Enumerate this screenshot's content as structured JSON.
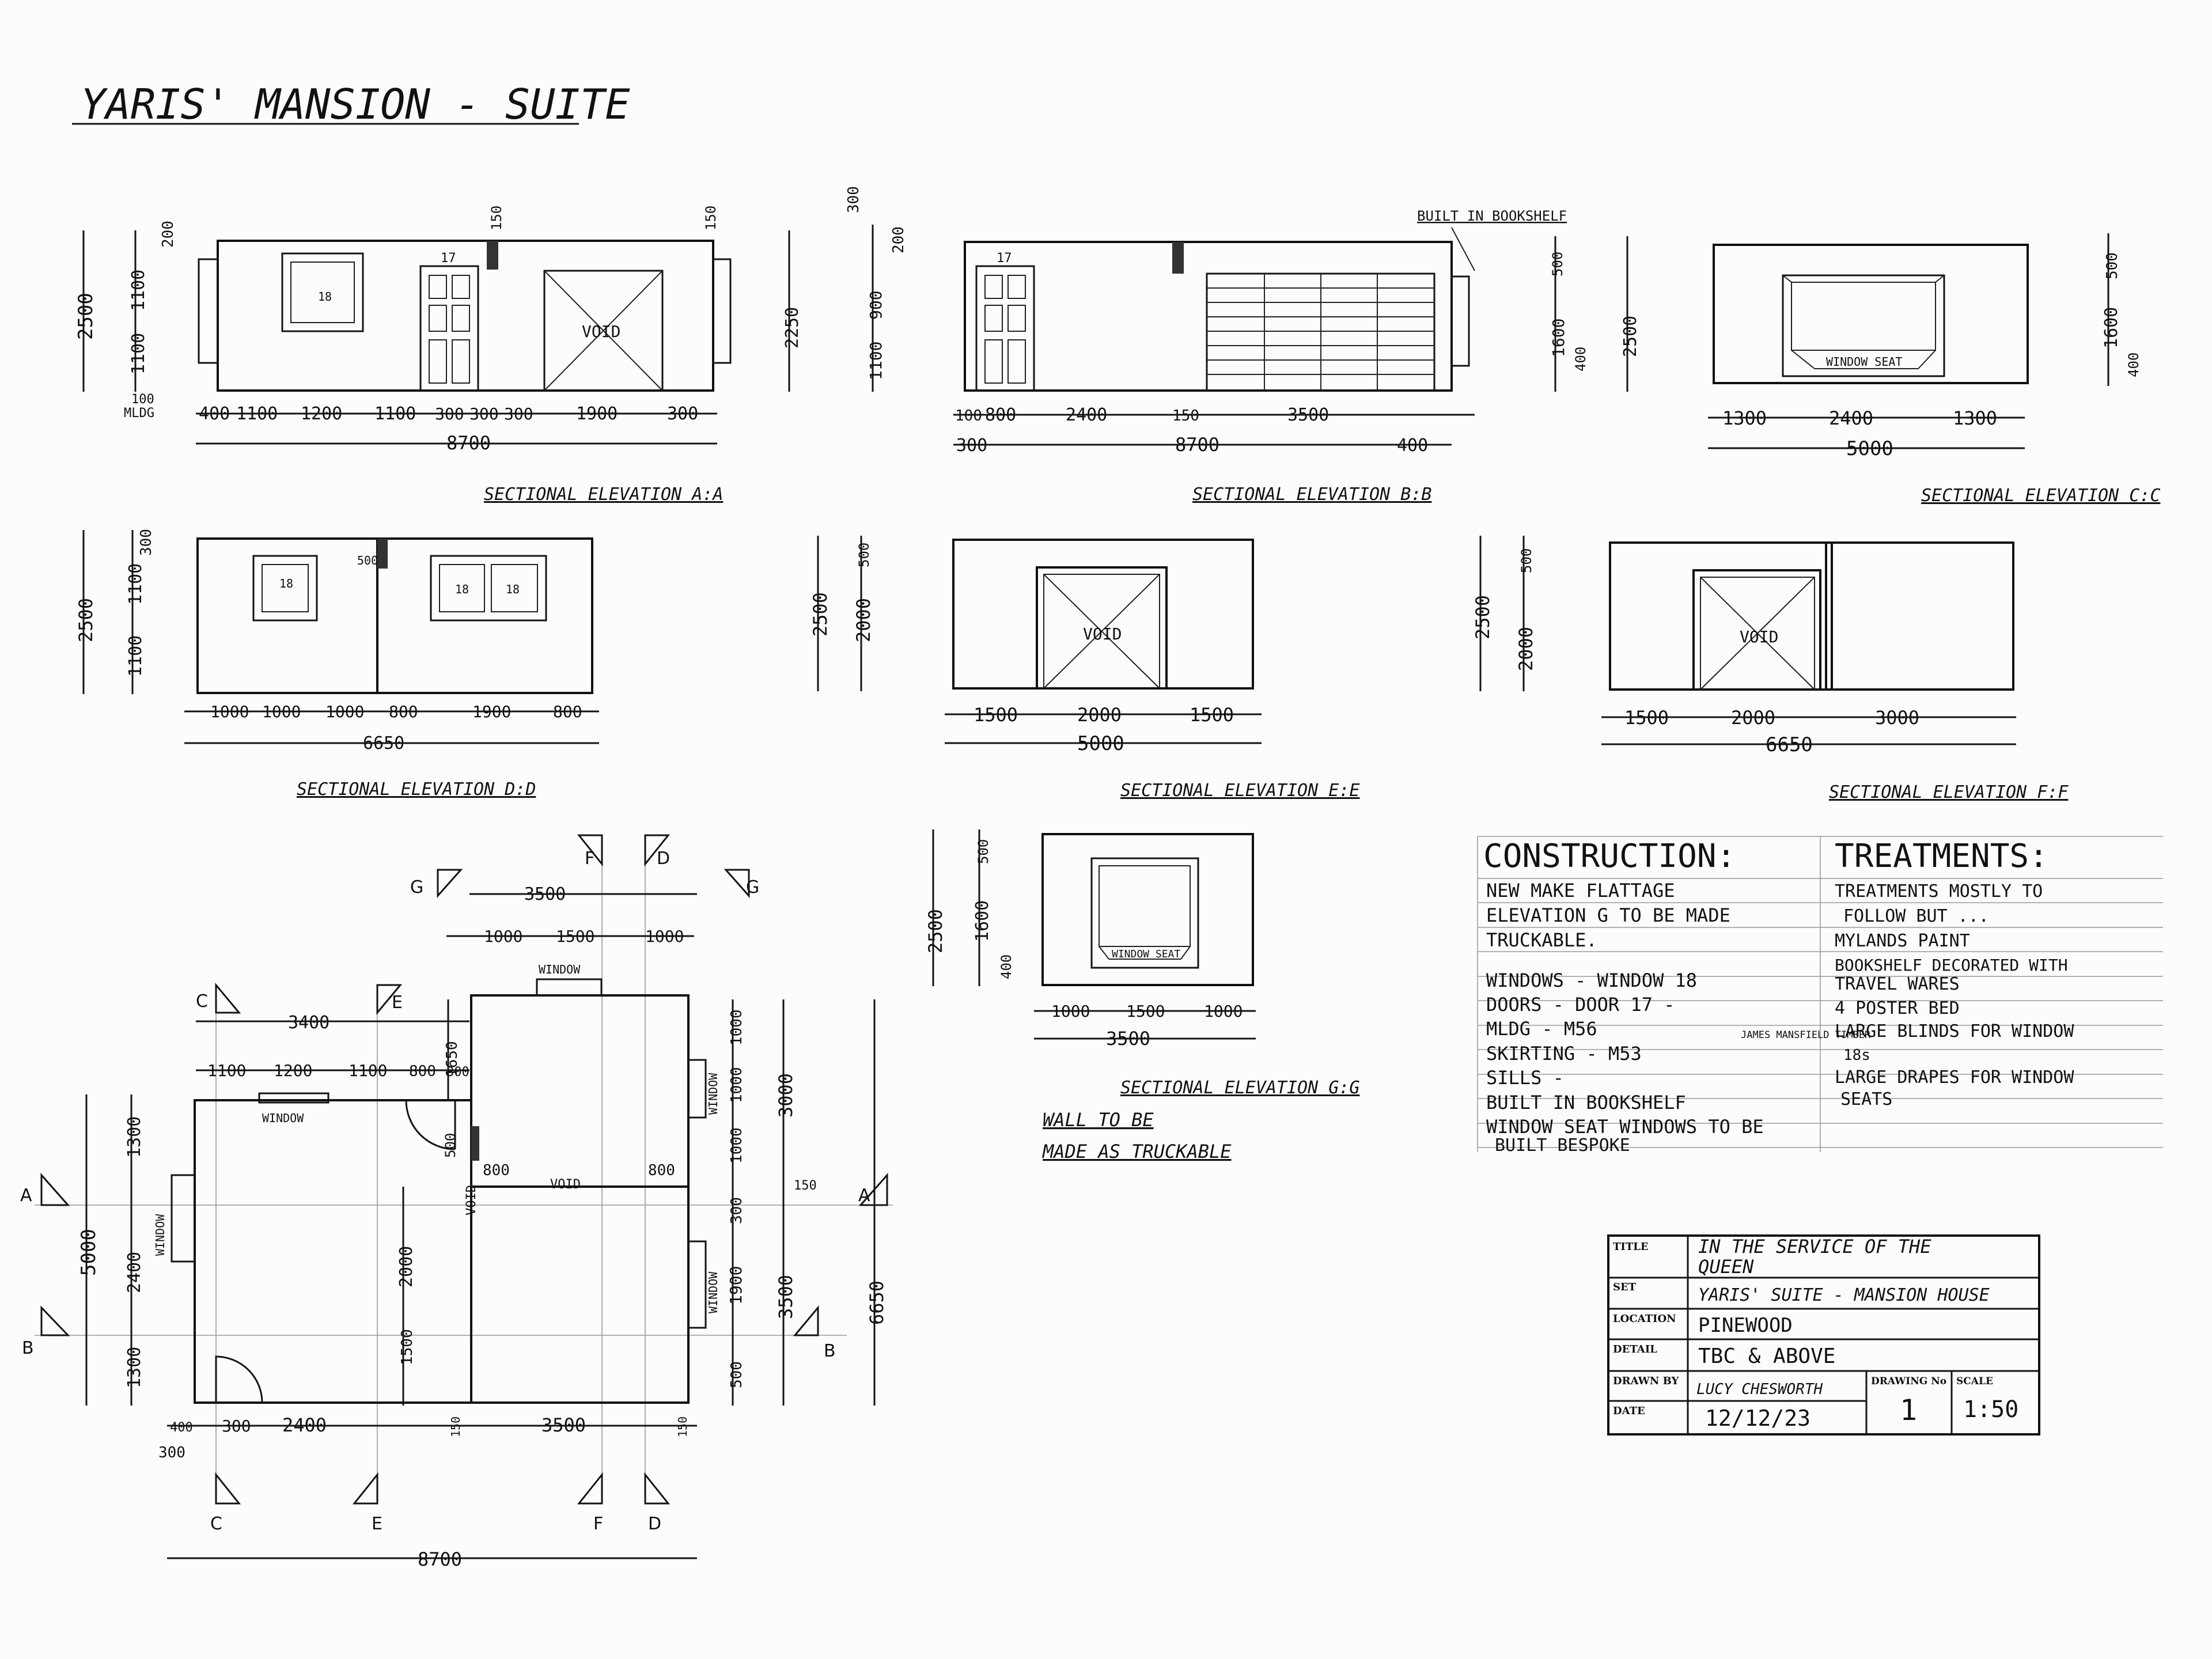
{
  "title": "YARIS' MANSION - SUITE",
  "elevations": {
    "aa": {
      "label": "SECTIONAL ELEVATION A:A",
      "widths": [
        "400",
        "1100",
        "1200",
        "1100",
        "300",
        "300",
        "300",
        "1900",
        "300"
      ],
      "total": "8700",
      "heights": [
        "2500",
        "1100",
        "1100",
        "200",
        "100"
      ],
      "small": [
        "150",
        "150",
        "MLDG"
      ],
      "door_no": "17",
      "window_no": "18",
      "void": "VOID"
    },
    "bb": {
      "label": "SECTIONAL ELEVATION B:B",
      "widths": [
        "100",
        "800",
        "2400",
        "150",
        "3500"
      ],
      "lower": [
        "300",
        "8700",
        "400"
      ],
      "heights": [
        "2250",
        "1100",
        "900",
        "300",
        "200",
        "1600",
        "400",
        "500",
        "2500"
      ],
      "callout": "BUILT IN BOOKSHELF",
      "door_no": "17"
    },
    "cc": {
      "label": "SECTIONAL ELEVATION C:C",
      "widths": [
        "1300",
        "2400",
        "1300"
      ],
      "total": "5000",
      "heights": [
        "500",
        "1600",
        "400"
      ],
      "seat": "WINDOW SEAT"
    },
    "dd": {
      "label": "SECTIONAL ELEVATION D:D",
      "widths": [
        "1000",
        "1000",
        "1000",
        "800",
        "1900",
        "800"
      ],
      "total": "6650",
      "heights": [
        "2500",
        "1100",
        "1100",
        "300",
        "500"
      ],
      "window_no": "18"
    },
    "ee": {
      "label": "SECTIONAL ELEVATION E:E",
      "widths": [
        "1500",
        "2000",
        "1500"
      ],
      "total": "5000",
      "heights": [
        "2500",
        "2000",
        "500"
      ],
      "void": "VOID"
    },
    "ff": {
      "label": "SECTIONAL ELEVATION F:F",
      "widths": [
        "1500",
        "2000",
        "3000"
      ],
      "total": "6650",
      "heights": [
        "2500",
        "2000",
        "500"
      ],
      "void": "VOID"
    },
    "gg": {
      "label": "SECTIONAL ELEVATION G:G",
      "widths": [
        "1000",
        "1500",
        "1000"
      ],
      "total": "3500",
      "heights": [
        "2500",
        "1600",
        "400",
        "500"
      ],
      "seat": "WINDOW SEAT",
      "note_1": "WALL TO BE",
      "note_2": "MADE AS TRUCKABLE"
    }
  },
  "plan": {
    "section_marks": [
      "A",
      "A",
      "B",
      "B",
      "C",
      "C",
      "E",
      "E",
      "F",
      "F",
      "D",
      "D",
      "G",
      "G"
    ],
    "top_dims": [
      "3500",
      "1000",
      "1500",
      "1000",
      "3400",
      "1100",
      "1200",
      "1100",
      "800",
      "300"
    ],
    "bottom_dims": [
      "400",
      "300",
      "2400",
      "150",
      "3500",
      "150",
      "300"
    ],
    "total_bottom": "8700",
    "left_dims": [
      "5000",
      "1300",
      "2400",
      "1300"
    ],
    "mid_dims": [
      "1650",
      "500",
      "2000",
      "1500"
    ],
    "right_dims": [
      "1000",
      "1000",
      "1000",
      "3000",
      "300",
      "1900",
      "500",
      "3500",
      "150",
      "6650"
    ],
    "labels": {
      "window_top": "WINDOW",
      "window_1": "WINDOW",
      "window_left": "WINDOW",
      "window_right_1": "WINDOW",
      "window_right_2": "WINDOW",
      "void_1": "VOID",
      "void_2": "VOID",
      "dim_800_a": "800",
      "dim_800_b": "800"
    }
  },
  "construction": {
    "heading": "CONSTRUCTION:",
    "items": [
      "NEW MAKE FLATTAGE",
      "ELEVATION G TO BE MADE",
      "TRUCKABLE.",
      "WINDOWS - WINDOW 18",
      "DOORS - DOOR 17 -",
      "MLDG - M56",
      "SKIRTING - M53",
      "SILLS -",
      "BUILT IN BOOKSHELF",
      "WINDOW SEAT WINDOWS TO BE",
      "BUILT BESPOKE"
    ],
    "supplier": "JAMES MANSFIELD TIMBER"
  },
  "treatments": {
    "heading": "TREATMENTS:",
    "items": [
      "TREATMENTS MOSTLY TO",
      "FOLLOW BUT ...",
      "MYLANDS PAINT",
      "BOOKSHELF DECORATED WITH",
      "TRAVEL WARES",
      "4 POSTER BED",
      "LARGE BLINDS FOR WINDOW",
      "18s",
      "LARGE DRAPES FOR WINDOW",
      "SEATS"
    ]
  },
  "title_block": {
    "title_label": "TITLE",
    "title_1": "IN THE SERVICE OF THE",
    "title_2": "QUEEN",
    "set_label": "SET",
    "set_value": "YARIS' SUITE - MANSION HOUSE",
    "location_label": "LOCATION",
    "location_value": "PINEWOOD",
    "detail_label": "DETAIL",
    "detail_value": "TBC & ABOVE",
    "drawn_by_label": "DRAWN BY",
    "drawn_by_value": "LUCY CHESWORTH",
    "date_label": "DATE",
    "date_value": "12/12/23",
    "drawing_no_label": "DRAWING No",
    "drawing_no_value": "1",
    "scale_label": "SCALE",
    "scale_value": "1:50"
  }
}
